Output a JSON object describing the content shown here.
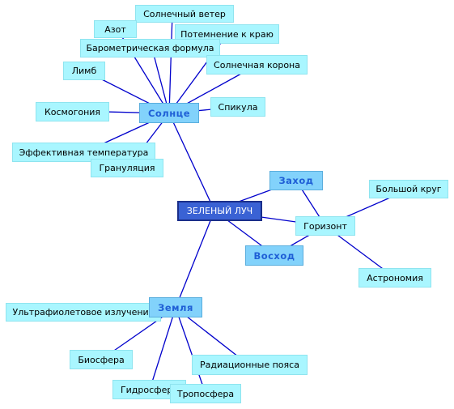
{
  "center": "ЗЕЛЕНЫЙ ЛУЧ",
  "hubs": {
    "sun": "Солнце",
    "earth": "Земля",
    "sunset": "Заход",
    "sunrise": "Восход",
    "horizon": "Горизонт"
  },
  "sun_topics": {
    "solar_wind": "Солнечный ветер",
    "nitrogen": "Азот",
    "limb_darkening": "Потемнение к краю",
    "barometric": "Барометрическая формула",
    "limb": "Лимб",
    "corona": "Солнечная корона",
    "cosmogony": "Космогония",
    "spicule": "Спикула",
    "effective_temp": "Эффективная температура",
    "granulation": "Грануляция"
  },
  "horizon_topics": {
    "great_circle": "Большой круг",
    "astronomy": "Астрономия"
  },
  "earth_topics": {
    "ultraviolet": "Ультрафиолетовое излучение",
    "biosphere": "Биосфера",
    "radiation_belts": "Радиационные пояса",
    "hydrosphere": "Гидросфера",
    "troposphere": "Тропосфера"
  },
  "colors": {
    "connector": "#0000cc",
    "leaf_fill": "#a9f6ff",
    "hub_fill": "#82d2fb",
    "hub_text": "#1f5fd6",
    "center_fill": "#3a62d4"
  }
}
